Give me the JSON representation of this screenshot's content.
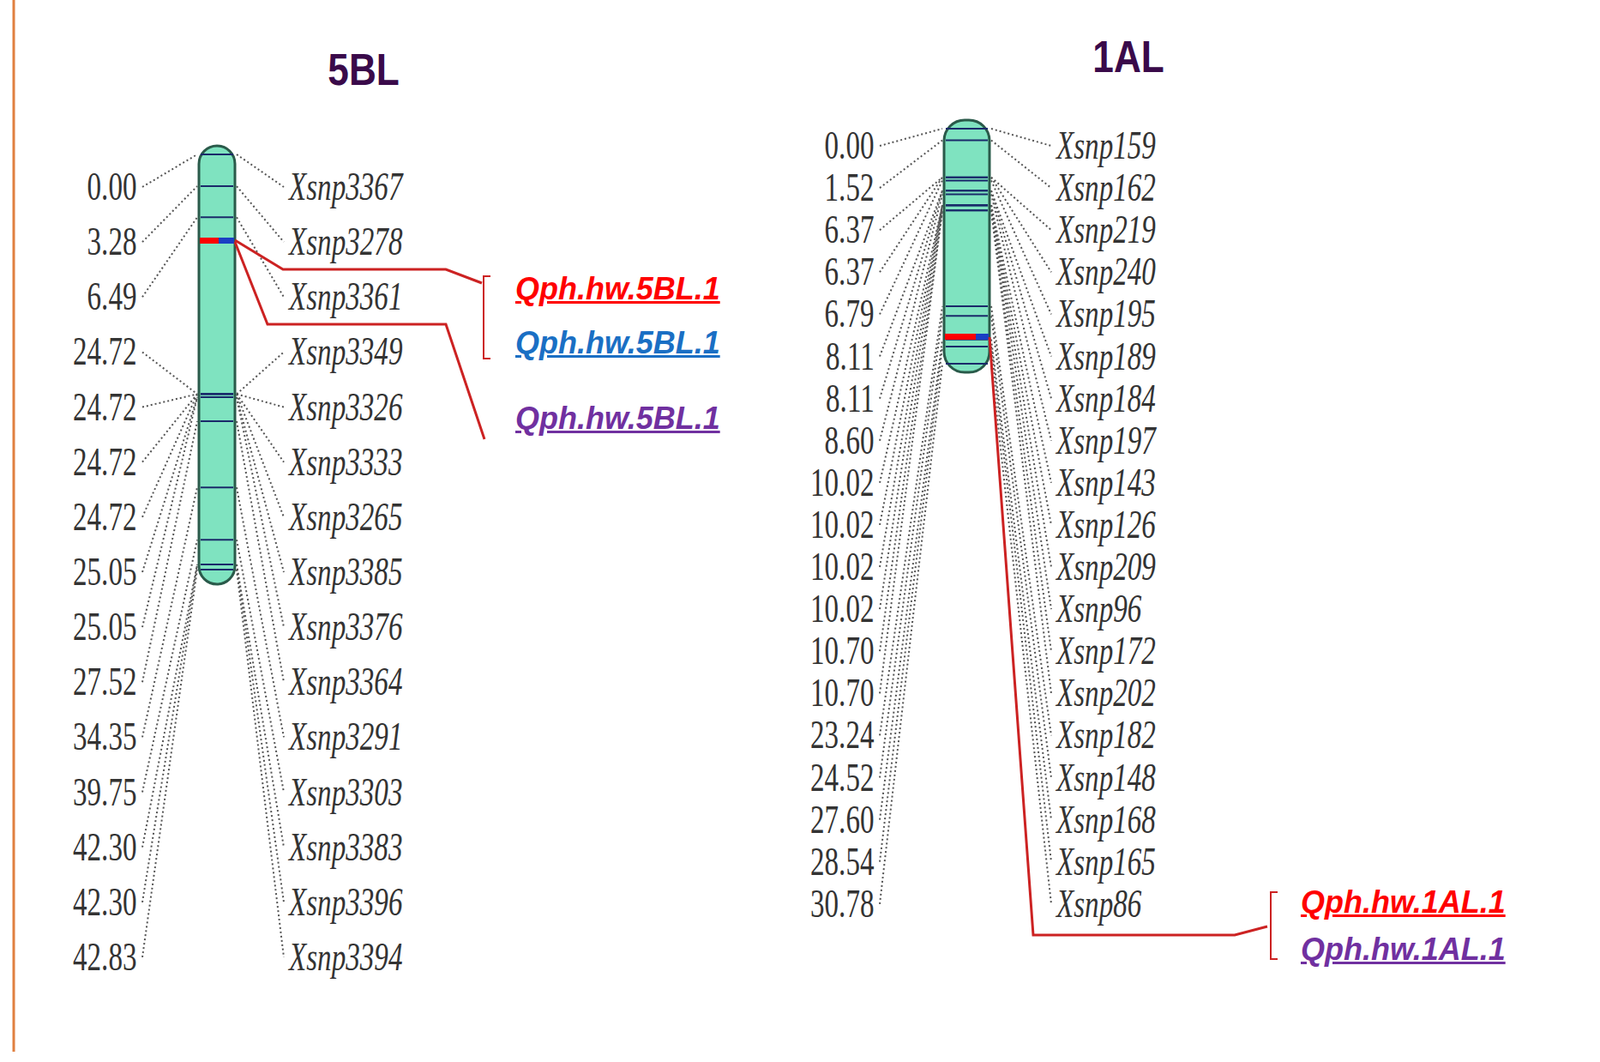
{
  "diagram": {
    "labels": [
      "5BL",
      "0.00",
      "3.28",
      "6.49",
      "24.72",
      "24.72",
      "24.72",
      "24.72",
      "25.05",
      "25.05",
      "27.52",
      "34.35",
      "39.75",
      "42.30",
      "42.30",
      "42.83",
      "Xsnp3367",
      "Xsnp3278",
      "Xsnp3361",
      "Xsnp3349",
      "Xsnp3326",
      "Xsnp3333",
      "Xsnp3265",
      "Xsnp3385",
      "Xsnp3376",
      "Xsnp3364",
      "Xsnp3291",
      "Xsnp3303",
      "Xsnp3383",
      "Xsnp3396",
      "Xsnp3394",
      "Qph.hw.5BL.1",
      "Qph.hw.5BL.1",
      "Qph.hw.5BL.1",
      "1AL",
      "0.00",
      "1.52",
      "6.37",
      "6.37",
      "6.79",
      "8.11",
      "8.11",
      "8.60",
      "10.02",
      "10.02",
      "10.02",
      "10.02",
      "10.70",
      "10.70",
      "23.24",
      "24.52",
      "27.60",
      "28.54",
      "30.78",
      "Xsnp159",
      "Xsnp162",
      "Xsnp219",
      "Xsnp240",
      "Xsnp195",
      "Xsnp189",
      "Xsnp184",
      "Xsnp197",
      "Xsnp143",
      "Xsnp126",
      "Xsnp209",
      "Xsnp96",
      "Xsnp172",
      "Xsnp202",
      "Xsnp182",
      "Xsnp148",
      "Xsnp168",
      "Xsnp165",
      "Xsnp86",
      "Qph.hw.1AL.1",
      "Qph.hw.1AL.1"
    ]
  }
}
